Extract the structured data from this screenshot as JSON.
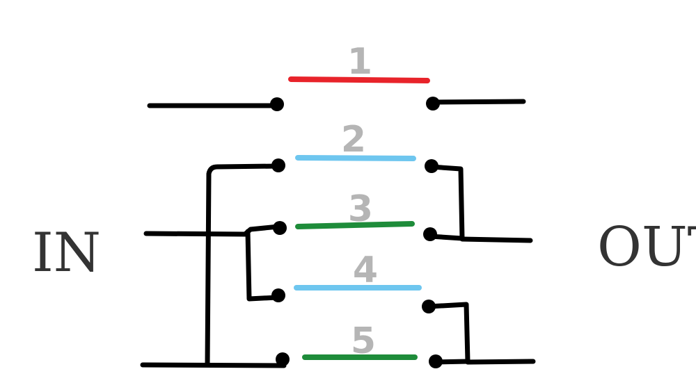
{
  "labels": {
    "input": "IN",
    "output": "OUT"
  },
  "switches": [
    {
      "number": "1",
      "color": "#e8232a"
    },
    {
      "number": "2",
      "color": "#6ec6ef"
    },
    {
      "number": "3",
      "color": "#1e8c3a"
    },
    {
      "number": "4",
      "color": "#6ec6ef"
    },
    {
      "number": "5",
      "color": "#1e8c3a"
    }
  ],
  "colors": {
    "wire": "#000000",
    "number": "#b5b5b5",
    "label": "#333333"
  }
}
